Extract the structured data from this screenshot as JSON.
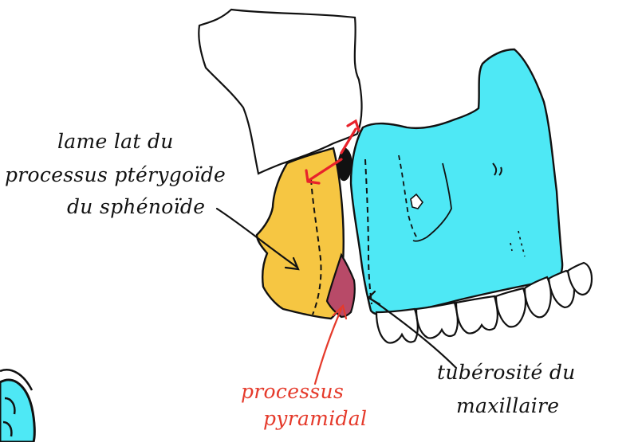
{
  "labels": {
    "lame_line1": "lame lat du",
    "lame_line2": "processus ptérygoïde",
    "lame_line3": "du sphénoïde",
    "pyramidal_line1": "processus",
    "pyramidal_line2": "pyramidal",
    "tuberosite_line1": "tubérosité du",
    "tuberosite_line2": "maxillaire"
  },
  "colors": {
    "maxilla": "#4ee8f5",
    "pterygoid_plate": "#f6c642",
    "pyramidal_process": "#b84a68",
    "sphenoid_body": "#ffffff",
    "outline": "#111111",
    "pointer_black": "#111111",
    "pointer_red": "#e53a2b",
    "arrow_red": "#e8222b",
    "label_black": "#111111",
    "label_red": "#e53a2b"
  }
}
